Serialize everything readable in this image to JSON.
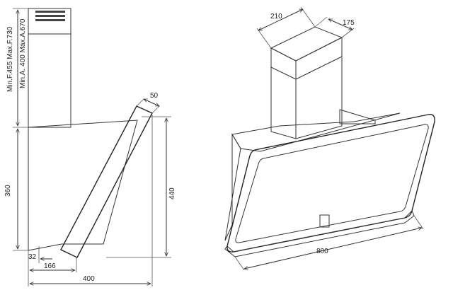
{
  "dimensions": {
    "flue_range_line1": "Min.F.455 Max.F.730",
    "flue_range_line2": "Min.A. 400 Max.A.670",
    "body_height": "360",
    "glass_thickness": "50",
    "total_height": "440",
    "bottom_offset": "32",
    "chimney_to_glass": "166",
    "overall_depth": "400",
    "chimney_width": "210",
    "chimney_depth": "175",
    "overall_width": "800"
  }
}
